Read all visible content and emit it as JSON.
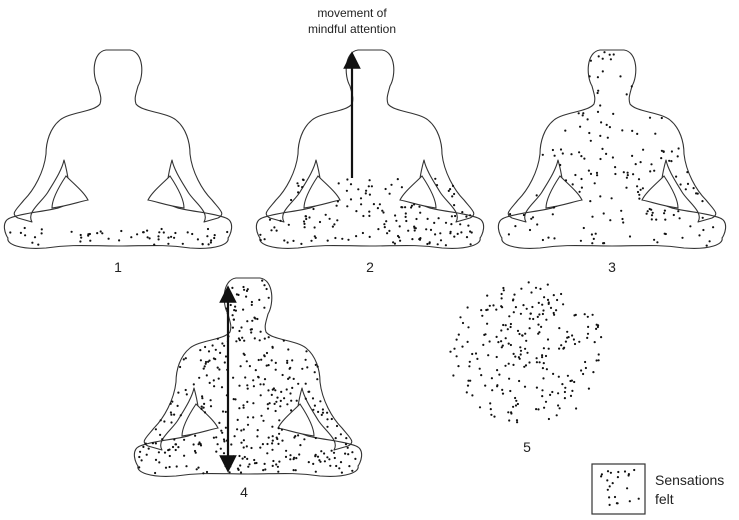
{
  "caption": {
    "line1": "movement of",
    "line2": "mindful attention"
  },
  "figures": [
    {
      "label": "1",
      "stage": "base-sensations"
    },
    {
      "label": "2",
      "stage": "attention-moving-up"
    },
    {
      "label": "3",
      "stage": "whole-body-scattered"
    },
    {
      "label": "4",
      "stage": "whole-body-dense-double-arrow"
    },
    {
      "label": "5",
      "stage": "sensations-only-circle"
    }
  ],
  "legend": {
    "line1": "Sensations",
    "line2": "felt"
  },
  "colors": {
    "ink": "#222222",
    "dots": "#111111",
    "background": "#ffffff"
  }
}
